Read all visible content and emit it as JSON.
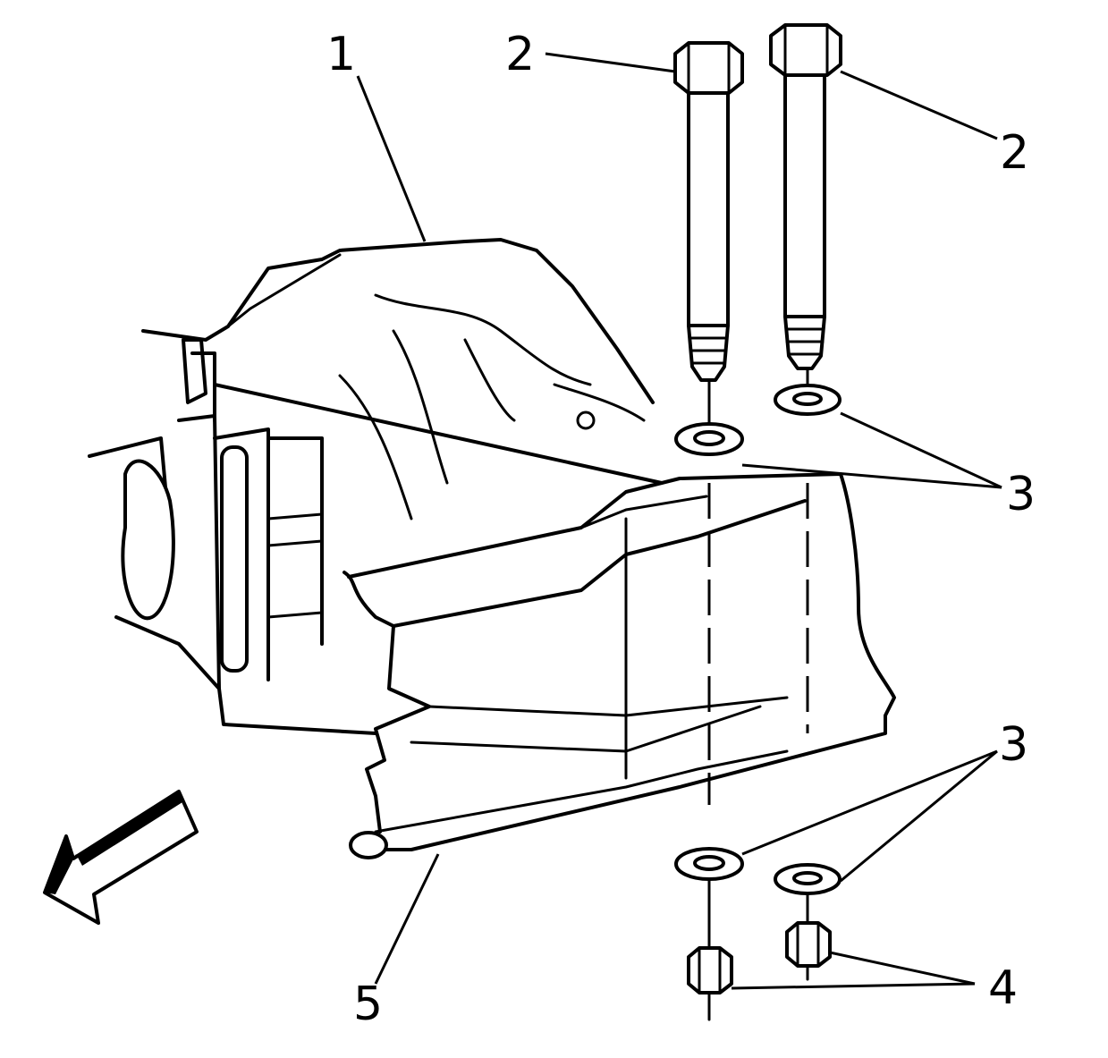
{
  "callouts": {
    "c1": "1",
    "c2a": "2",
    "c2b": "2",
    "c3a": "3",
    "c3b": "3",
    "c4": "4",
    "c5": "5"
  },
  "colors": {
    "ink": "#000000",
    "paper": "#ffffff"
  },
  "icons": {
    "direction_arrow": "front-direction-arrow-icon"
  }
}
